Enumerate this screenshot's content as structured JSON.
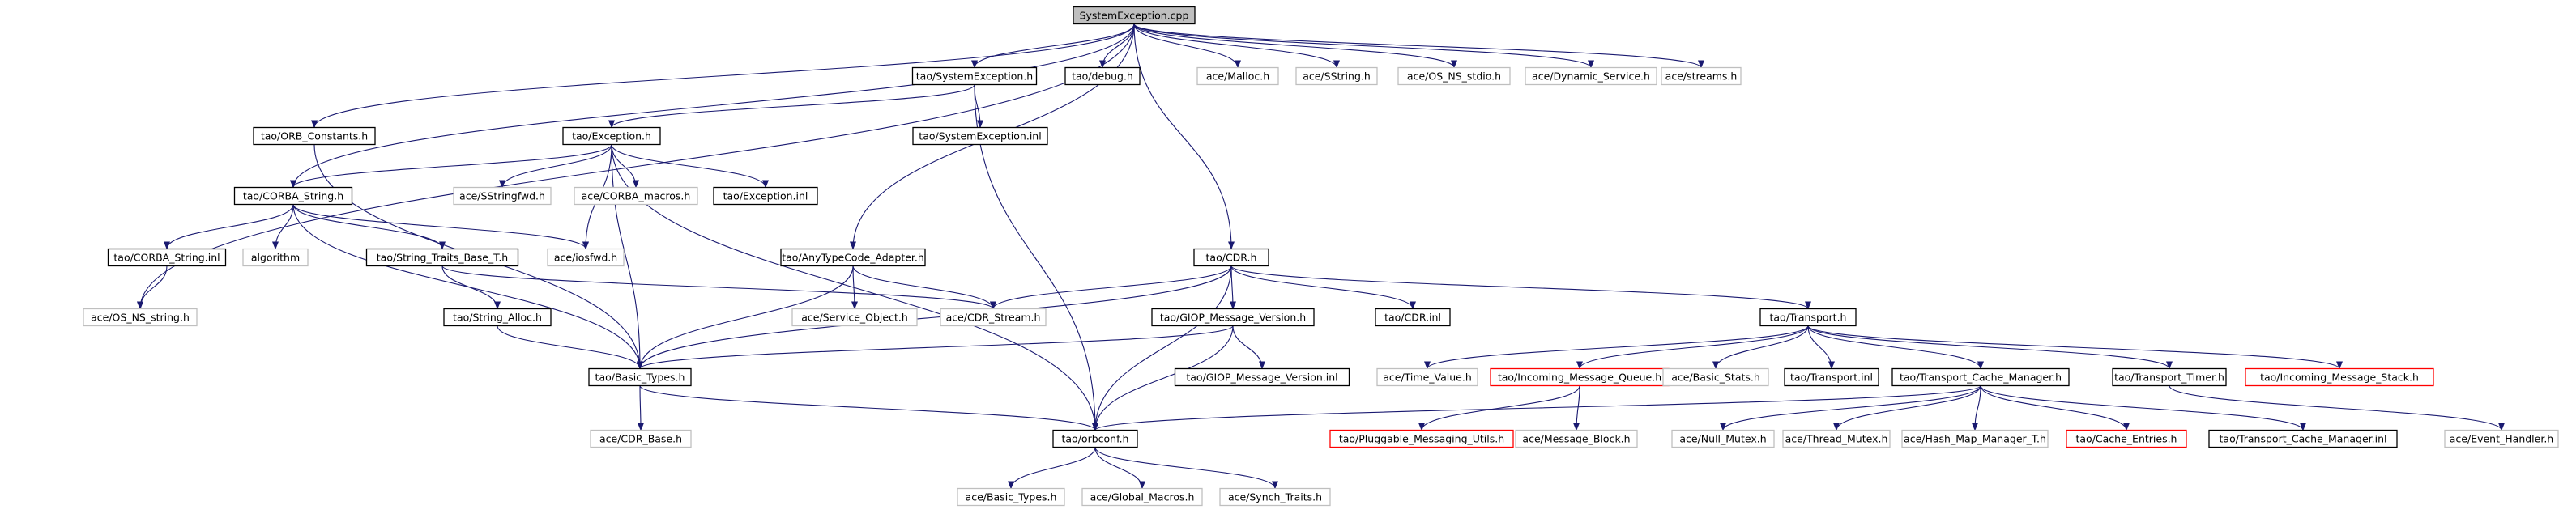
{
  "diagram": {
    "title": "",
    "colors": {
      "edge": "#191970",
      "root_fill": "#bfbfbf",
      "documented_border": "#000000",
      "undocumented_border": "#bfbfbf",
      "truncated_border": "#ff0000",
      "fill": "#ffffff"
    },
    "nodes": [
      {
        "id": "n0",
        "label": "SystemException.cpp",
        "style": "root"
      },
      {
        "id": "n1",
        "label": "tao/SystemException.h",
        "style": "documented"
      },
      {
        "id": "n2",
        "label": "tao/debug.h",
        "style": "documented"
      },
      {
        "id": "n3",
        "label": "ace/Malloc.h",
        "style": "undocumented"
      },
      {
        "id": "n4",
        "label": "ace/SString.h",
        "style": "undocumented"
      },
      {
        "id": "n5",
        "label": "ace/OS_NS_stdio.h",
        "style": "undocumented"
      },
      {
        "id": "n6",
        "label": "ace/Dynamic_Service.h",
        "style": "undocumented"
      },
      {
        "id": "n7",
        "label": "ace/streams.h",
        "style": "undocumented"
      },
      {
        "id": "n8",
        "label": "tao/ORB_Constants.h",
        "style": "documented"
      },
      {
        "id": "n9",
        "label": "tao/Exception.h",
        "style": "documented"
      },
      {
        "id": "n10",
        "label": "tao/SystemException.inl",
        "style": "documented"
      },
      {
        "id": "n11",
        "label": "ace/SStringfwd.h",
        "style": "undocumented"
      },
      {
        "id": "n12",
        "label": "ace/CORBA_macros.h",
        "style": "undocumented"
      },
      {
        "id": "n13",
        "label": "tao/Exception.inl",
        "style": "documented"
      },
      {
        "id": "n14",
        "label": "tao/CORBA_String.h",
        "style": "documented"
      },
      {
        "id": "n15",
        "label": "tao/CORBA_String.inl",
        "style": "documented"
      },
      {
        "id": "n16",
        "label": "algorithm",
        "style": "undocumented"
      },
      {
        "id": "n17",
        "label": "tao/String_Traits_Base_T.h",
        "style": "documented"
      },
      {
        "id": "n18",
        "label": "ace/iosfwd.h",
        "style": "undocumented"
      },
      {
        "id": "n19",
        "label": "tao/AnyTypeCode_Adapter.h",
        "style": "documented"
      },
      {
        "id": "n20",
        "label": "tao/CDR.h",
        "style": "documented"
      },
      {
        "id": "n21",
        "label": "ace/OS_NS_string.h",
        "style": "undocumented"
      },
      {
        "id": "n22",
        "label": "tao/String_Alloc.h",
        "style": "documented"
      },
      {
        "id": "n23",
        "label": "ace/Service_Object.h",
        "style": "undocumented"
      },
      {
        "id": "n24",
        "label": "ace/CDR_Stream.h",
        "style": "undocumented"
      },
      {
        "id": "n25",
        "label": "tao/GIOP_Message_Version.h",
        "style": "documented"
      },
      {
        "id": "n26",
        "label": "tao/CDR.inl",
        "style": "documented"
      },
      {
        "id": "n27",
        "label": "tao/Transport.h",
        "style": "documented"
      },
      {
        "id": "n28",
        "label": "tao/Basic_Types.h",
        "style": "documented"
      },
      {
        "id": "n29",
        "label": "tao/GIOP_Message_Version.inl",
        "style": "documented"
      },
      {
        "id": "n30",
        "label": "ace/Time_Value.h",
        "style": "undocumented"
      },
      {
        "id": "n31",
        "label": "tao/Incoming_Message_Queue.h",
        "style": "truncated"
      },
      {
        "id": "n32",
        "label": "ace/Basic_Stats.h",
        "style": "undocumented"
      },
      {
        "id": "n33",
        "label": "tao/Transport.inl",
        "style": "documented"
      },
      {
        "id": "n34",
        "label": "tao/Transport_Cache_Manager.h",
        "style": "documented"
      },
      {
        "id": "n35",
        "label": "tao/Transport_Timer.h",
        "style": "documented"
      },
      {
        "id": "n36",
        "label": "tao/Incoming_Message_Stack.h",
        "style": "truncated"
      },
      {
        "id": "n37",
        "label": "ace/CDR_Base.h",
        "style": "undocumented"
      },
      {
        "id": "n38",
        "label": "tao/orbconf.h",
        "style": "documented"
      },
      {
        "id": "n39",
        "label": "tao/Pluggable_Messaging_Utils.h",
        "style": "truncated"
      },
      {
        "id": "n40",
        "label": "ace/Message_Block.h",
        "style": "undocumented"
      },
      {
        "id": "n41",
        "label": "ace/Null_Mutex.h",
        "style": "undocumented"
      },
      {
        "id": "n42",
        "label": "ace/Thread_Mutex.h",
        "style": "undocumented"
      },
      {
        "id": "n43",
        "label": "ace/Hash_Map_Manager_T.h",
        "style": "undocumented"
      },
      {
        "id": "n44",
        "label": "tao/Cache_Entries.h",
        "style": "truncated"
      },
      {
        "id": "n45",
        "label": "tao/Transport_Cache_Manager.inl",
        "style": "documented"
      },
      {
        "id": "n46",
        "label": "ace/Event_Handler.h",
        "style": "undocumented"
      },
      {
        "id": "n47",
        "label": "ace/Basic_Types.h",
        "style": "undocumented"
      },
      {
        "id": "n48",
        "label": "ace/Global_Macros.h",
        "style": "undocumented"
      },
      {
        "id": "n49",
        "label": "ace/Synch_Traits.h",
        "style": "undocumented"
      }
    ],
    "edges": [
      [
        "n0",
        "n1"
      ],
      [
        "n0",
        "n2"
      ],
      [
        "n0",
        "n3"
      ],
      [
        "n0",
        "n4"
      ],
      [
        "n0",
        "n5"
      ],
      [
        "n0",
        "n6"
      ],
      [
        "n0",
        "n7"
      ],
      [
        "n0",
        "n8"
      ],
      [
        "n0",
        "n14"
      ],
      [
        "n0",
        "n21"
      ],
      [
        "n0",
        "n19"
      ],
      [
        "n0",
        "n20"
      ],
      [
        "n1",
        "n9"
      ],
      [
        "n1",
        "n10"
      ],
      [
        "n1",
        "n38"
      ],
      [
        "n8",
        "n28"
      ],
      [
        "n9",
        "n14"
      ],
      [
        "n9",
        "n11"
      ],
      [
        "n9",
        "n12"
      ],
      [
        "n9",
        "n13"
      ],
      [
        "n9",
        "n18"
      ],
      [
        "n9",
        "n28"
      ],
      [
        "n9",
        "n38"
      ],
      [
        "n14",
        "n15"
      ],
      [
        "n14",
        "n16"
      ],
      [
        "n14",
        "n17"
      ],
      [
        "n14",
        "n18"
      ],
      [
        "n14",
        "n28"
      ],
      [
        "n15",
        "n21"
      ],
      [
        "n17",
        "n22"
      ],
      [
        "n17",
        "n24"
      ],
      [
        "n22",
        "n28"
      ],
      [
        "n19",
        "n23"
      ],
      [
        "n19",
        "n24"
      ],
      [
        "n19",
        "n28"
      ],
      [
        "n20",
        "n24"
      ],
      [
        "n20",
        "n25"
      ],
      [
        "n20",
        "n26"
      ],
      [
        "n20",
        "n27"
      ],
      [
        "n20",
        "n28"
      ],
      [
        "n20",
        "n38"
      ],
      [
        "n25",
        "n28"
      ],
      [
        "n25",
        "n29"
      ],
      [
        "n25",
        "n38"
      ],
      [
        "n27",
        "n30"
      ],
      [
        "n27",
        "n31"
      ],
      [
        "n27",
        "n32"
      ],
      [
        "n27",
        "n33"
      ],
      [
        "n27",
        "n34"
      ],
      [
        "n27",
        "n35"
      ],
      [
        "n27",
        "n36"
      ],
      [
        "n28",
        "n37"
      ],
      [
        "n28",
        "n38"
      ],
      [
        "n31",
        "n39"
      ],
      [
        "n31",
        "n40"
      ],
      [
        "n34",
        "n38"
      ],
      [
        "n34",
        "n41"
      ],
      [
        "n34",
        "n42"
      ],
      [
        "n34",
        "n43"
      ],
      [
        "n34",
        "n44"
      ],
      [
        "n34",
        "n45"
      ],
      [
        "n35",
        "n46"
      ],
      [
        "n38",
        "n47"
      ],
      [
        "n38",
        "n48"
      ],
      [
        "n38",
        "n49"
      ]
    ]
  }
}
